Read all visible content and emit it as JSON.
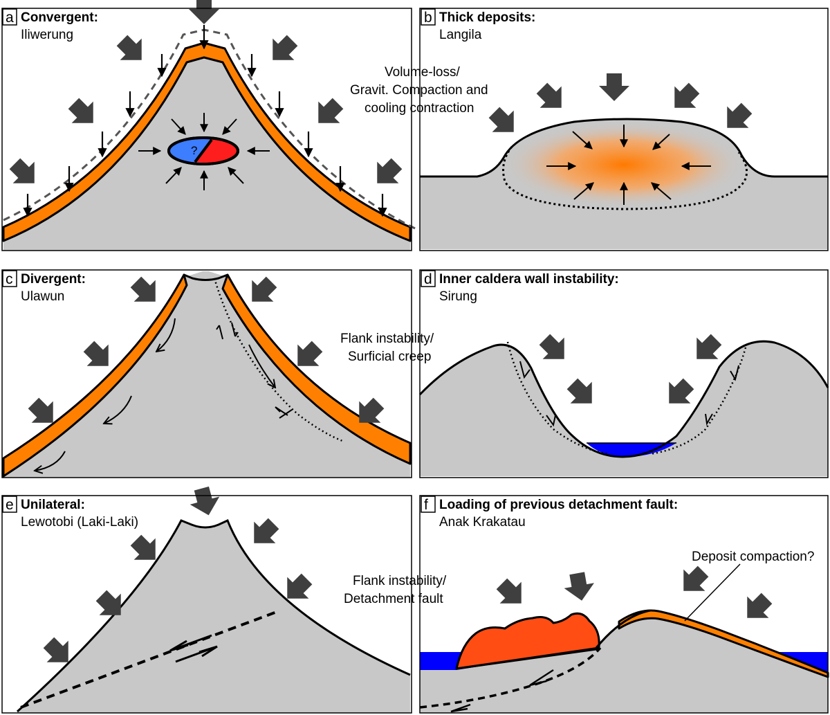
{
  "panels": [
    {
      "id": "a",
      "letter": "a",
      "title": "Convergent:",
      "volcano": "Iliwerung"
    },
    {
      "id": "b",
      "letter": "b",
      "title": "Thick deposits:",
      "volcano": "Langila",
      "notes": [
        "Volume-loss/",
        "Gravit. Compaction and",
        "cooling contraction"
      ]
    },
    {
      "id": "c",
      "letter": "c",
      "title": "Divergent:",
      "volcano": "Ulawun"
    },
    {
      "id": "d",
      "letter": "d",
      "title": "Inner caldera wall instability:",
      "volcano": "Sirung",
      "notes": [
        "Flank instability/",
        "Surficial creep"
      ]
    },
    {
      "id": "e",
      "letter": "e",
      "title": "Unilateral:",
      "volcano": "Lewotobi (Laki-Laki)"
    },
    {
      "id": "f",
      "letter": "f",
      "title": "Loading of previous detachment fault:",
      "volcano": "Anak Krakatau",
      "notes": [
        "Flank instability/",
        "Detachment fault"
      ],
      "callout": "Deposit compaction?"
    }
  ],
  "source_marker": "?",
  "colors": {
    "ground": "#c8c8c8",
    "deposit": "#ff8000",
    "lava": "#ff4d14",
    "water": "#0000ff",
    "arrow": "#3f3f3f",
    "source_left": "#3d7dff",
    "source_right": "#ff1e1e"
  },
  "icons": [
    "big-displacement-arrow-icon",
    "small-stress-arrow-icon",
    "slip-sense-half-arrow-icon"
  ]
}
